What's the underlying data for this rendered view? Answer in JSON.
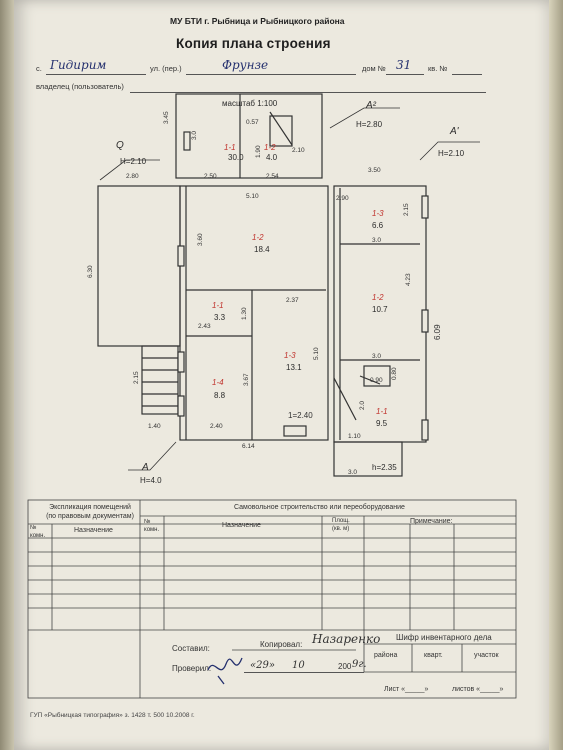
{
  "header": {
    "organization": "МУ БТИ г. Рыбница и Рыбницкого района",
    "title": "Копия плана строения"
  },
  "address": {
    "locality_label": "с.",
    "locality_value": "Гидирим",
    "street_label": "ул. (пер.)",
    "street_value": "Фрунзе",
    "house_label": "дом №",
    "house_value": "31",
    "apt_label": "кв. №",
    "owner_label": "владелец (пользователь)"
  },
  "plan": {
    "scale": "масштаб 1:100",
    "marks": {
      "a2": "A²",
      "a2_h": "H=2.80",
      "a1": "A'",
      "a1_h": "H=2.10",
      "q": "Q",
      "q_h": "H=2.10",
      "a": "A",
      "a_h": "H=4.0",
      "h235": "h=2.35"
    },
    "rooms": [
      {
        "id": "room-1-1-top",
        "label": "1-1",
        "area": "30.0"
      },
      {
        "id": "room-1-2-top",
        "label": "1-2",
        "area": "4.0"
      },
      {
        "id": "room-1-2",
        "label": "1-2",
        "area": "18.4"
      },
      {
        "id": "room-1-1",
        "label": "1-1",
        "area": "3.3"
      },
      {
        "id": "room-1-3",
        "label": "1-3",
        "area": "13.1"
      },
      {
        "id": "room-1-4",
        "label": "1-4",
        "area": "8.8"
      },
      {
        "id": "room-1-3-right",
        "label": "1-3",
        "area": "6.6"
      },
      {
        "id": "room-1-2-right",
        "label": "1-2",
        "area": "10.7"
      },
      {
        "id": "room-1-1-right",
        "label": "1-1",
        "area": "9.5"
      }
    ],
    "dims": {
      "d345": "3.45",
      "d30_top": "3.0",
      "d057": "0.57",
      "d190": "1.90",
      "d210_top": "2.10",
      "d280": "2.80",
      "d250": "2.50",
      "d254": "2.54",
      "d350": "3.50",
      "d510": "5.10",
      "d360": "3.60",
      "d630": "6.30",
      "d290": "2.90",
      "d215": "2.15",
      "d30_r1": "3.0",
      "d423": "4.23",
      "d609": "6.09",
      "d130": "1.30",
      "d243": "2.43",
      "d237": "2.37",
      "d510_v": "5.10",
      "d367": "3.67",
      "d240": "2.40",
      "d614": "6.14",
      "d1240": "1=2.40",
      "d140": "1.40",
      "d215_l": "2.15",
      "d30_r2": "3.0",
      "d090": "0.90",
      "d080": "0.80",
      "d20": "2.0",
      "d110": "1.10",
      "d30_b": "3.0"
    }
  },
  "form": {
    "explication_title": "Экспликация помещений\n(по правовым документам)",
    "col_no": "№\nкомн.",
    "col_purpose": "Назначение",
    "self_title": "Самовольное строительство или переоборудование",
    "col_no2": "№\nкомн.",
    "col_purpose2": "Назначение",
    "col_area": "Площ.\n(кв. м)",
    "col_note": "Примечание:",
    "compiled_label": "Составил:",
    "copied_label": "Копировал:",
    "copied_value": "Назаренко",
    "checked_label": "Проверил:",
    "date_day": "«29»",
    "date_month": "10",
    "date_year_prefix": "200",
    "date_year_suffix": "9г.",
    "cipher_title": "Шифр инвентарного дела",
    "col_district": "района",
    "col_block": "кварт.",
    "col_plot": "участок",
    "sheet_label": "Лист «_____»",
    "sheets_label": "листов «_____»"
  },
  "footer": "ГУП «Рыбницкая типография» з. 1428 т. 500 10.2008 г."
}
